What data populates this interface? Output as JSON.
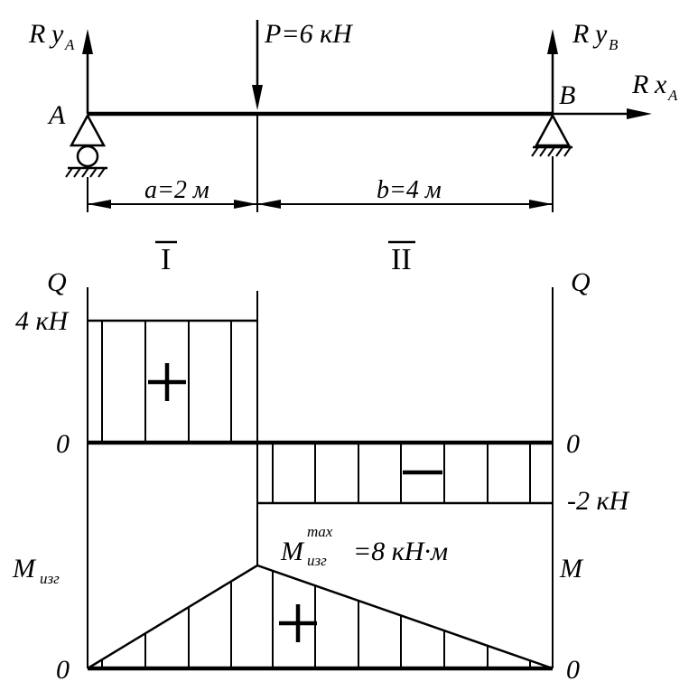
{
  "beam": {
    "ry_a_main": "R",
    "ry_a_sub": "y",
    "ry_a_subsub": "A",
    "ry_b_main": "R",
    "ry_b_sub": "y",
    "ry_b_subsub": "B",
    "rx_a_main": "R",
    "rx_a_sub": "x",
    "rx_a_subsub": "A",
    "force_label": "P=6 кН",
    "point_a": "A",
    "point_b": "B",
    "dim_a": "a=2 м",
    "dim_b": "b=4 м"
  },
  "sections": {
    "first": "I",
    "second": "II"
  },
  "shear_diagram": {
    "left_axis_label": "Q",
    "right_axis_label": "Q",
    "max_label": "4 кН",
    "zero_left": "0",
    "zero_right": "0",
    "min_label": "-2 кН",
    "plus_sign": "+",
    "minus_sign": "−"
  },
  "moment_diagram": {
    "left_axis_main": "M",
    "left_axis_sub": "изг",
    "right_axis_label": "M",
    "max_main": "M",
    "max_sub": "изг",
    "max_sup": "max",
    "max_value": "=8 кН·м",
    "zero_left": "0",
    "zero_right": "0",
    "plus_sign": "+"
  },
  "chart_data": {
    "type": "diagram",
    "span_a_m": 2,
    "span_b_m": 4,
    "load_P_kN": 6,
    "shear": [
      {
        "x": 0,
        "q": 4
      },
      {
        "x": 2,
        "q": 4
      },
      {
        "x": 2,
        "q": -2
      },
      {
        "x": 6,
        "q": -2
      }
    ],
    "moment": [
      {
        "x": 0,
        "m": 0
      },
      {
        "x": 2,
        "m": 8
      },
      {
        "x": 6,
        "m": 0
      }
    ]
  }
}
